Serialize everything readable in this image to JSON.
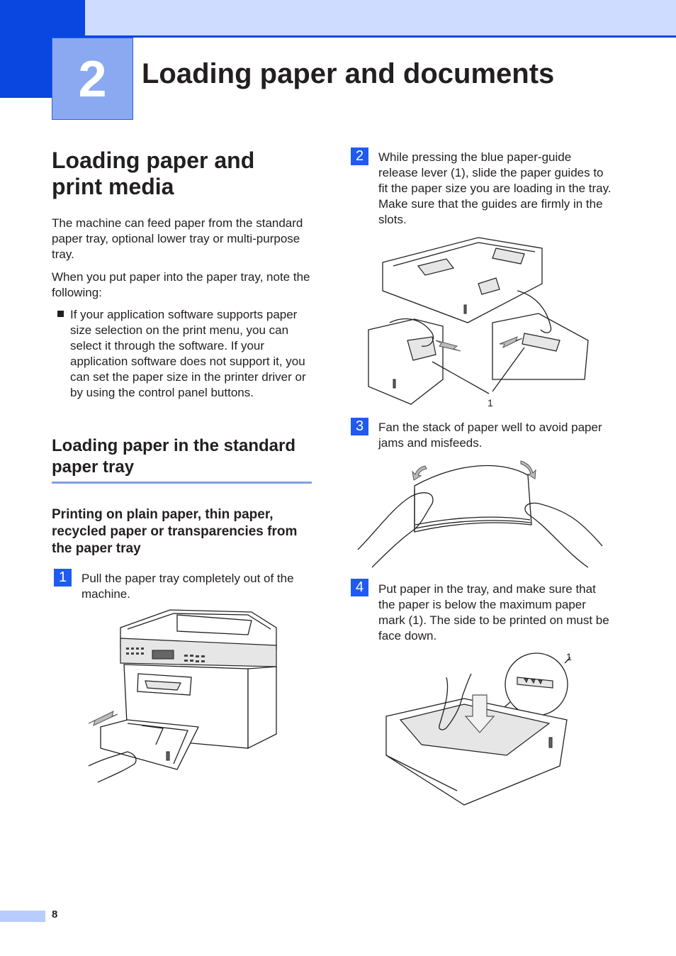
{
  "chapter": {
    "number": "2",
    "title": "Loading paper and documents"
  },
  "section": {
    "title": "Loading paper and print media",
    "intro1": "The machine can feed paper from the standard paper tray, optional lower tray or multi-purpose tray.",
    "intro2": "When you put paper into the paper tray, note the following:",
    "bullet": "If your application software supports paper size selection on the print menu, you can select it through the software. If your application software does not support it, you can set the paper size in the printer driver or by using the control panel buttons."
  },
  "subsection": {
    "title": "Loading paper in the standard paper tray",
    "subtitle": "Printing on plain paper, thin paper, recycled paper or transparencies from the paper tray"
  },
  "steps": [
    {
      "num": "1",
      "text": "Pull the paper tray completely out of the machine."
    },
    {
      "num": "2",
      "text": "While pressing the blue paper-guide release lever (1), slide the paper guides to fit the paper size you are loading in the tray. Make sure that the guides are firmly in the slots."
    },
    {
      "num": "3",
      "text": "Fan the stack of paper well to avoid paper jams and misfeeds."
    },
    {
      "num": "4",
      "text": "Put paper in the tray, and make sure that the paper is below the maximum paper mark (1). The side to be printed on must be face down."
    }
  ],
  "callouts": {
    "step2": "1",
    "step4": "1"
  },
  "footer": {
    "page": "8"
  }
}
